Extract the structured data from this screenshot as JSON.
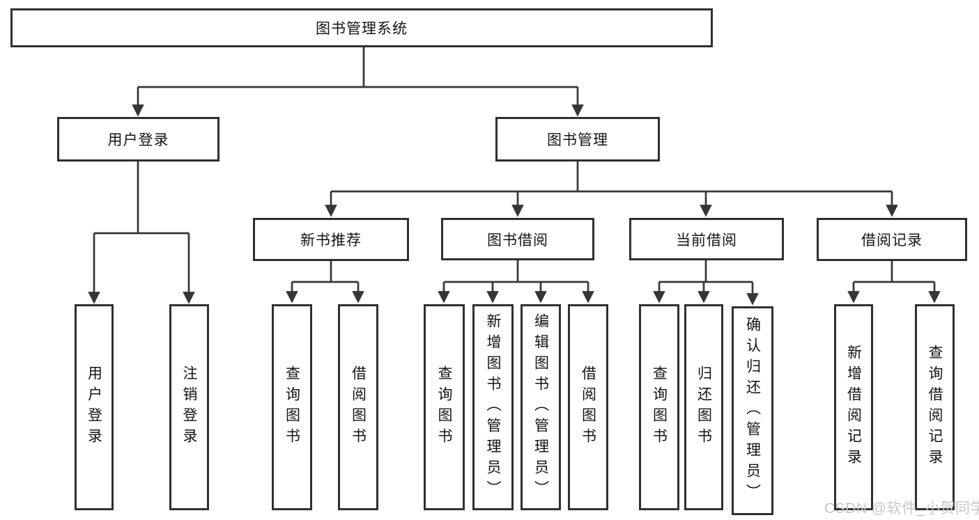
{
  "diagram": {
    "root": {
      "label": "图书管理系统"
    },
    "branches": [
      {
        "label": "用户登录",
        "children": [
          {
            "label": "用户登录"
          },
          {
            "label": "注销登录"
          }
        ]
      },
      {
        "label": "图书管理",
        "children": [
          {
            "label": "新书推荐",
            "children": [
              {
                "label": "查询图书"
              },
              {
                "label": "借阅图书"
              }
            ]
          },
          {
            "label": "图书借阅",
            "children": [
              {
                "label": "查询图书"
              },
              {
                "label": "新增图书（管理员）"
              },
              {
                "label": "编辑图书（管理员）"
              },
              {
                "label": "借阅图书"
              }
            ]
          },
          {
            "label": "当前借阅",
            "children": [
              {
                "label": "查询图书"
              },
              {
                "label": "归还图书"
              },
              {
                "label": "确认归还（管理员）"
              }
            ]
          },
          {
            "label": "借阅记录",
            "children": [
              {
                "label": "新增借阅记录"
              },
              {
                "label": "查询借阅记录"
              }
            ]
          }
        ]
      }
    ]
  },
  "watermark": {
    "text": "CSDN @软件_小贺同学"
  },
  "colors": {
    "line": "#363636",
    "box_border": "#2f2f2f",
    "text": "#141414",
    "watermark": "#c8c8c8",
    "background": "#ffffff"
  }
}
